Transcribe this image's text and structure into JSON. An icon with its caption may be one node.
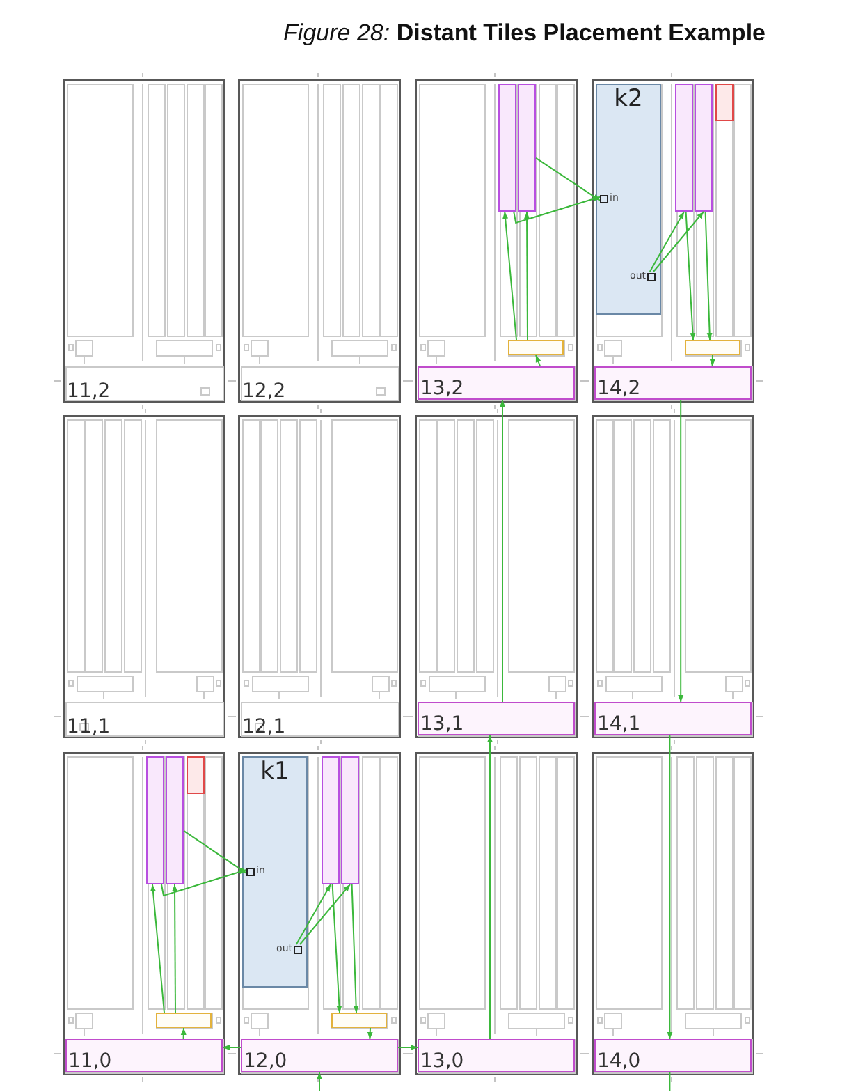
{
  "diagram": {
    "title": "*Figure 28:* **Distant Tiles Placement Example**",
    "nodes": [
      {
        "text": [
          "11,2"
        ]
      },
      {
        "text": [
          "12,2"
        ]
      },
      {
        "text": [],
        "shape": "box"
      },
      {
        "text": [],
        "shape": "box"
      },
      {
        "text": [
          "11,1"
        ]
      },
      {
        "text": [
          "12,1"
        ]
      },
      {
        "text": [],
        "shape": "box"
      },
      {
        "text": [],
        "shape": "box"
      },
      {
        "text": [],
        "shape": "box"
      },
      {
        "text": [],
        "shape": "box"
      },
      {
        "text": [],
        "shape": "box"
      },
      {
        "text": [],
        "shape": "box"
      },
      {
        "text": [
          "k2"
        ],
        "in": 3
      },
      {
        "text": [
          "in"
        ],
        "in": 12
      },
      {
        "text": [
          "out"
        ],
        "in": 12
      },
      {
        "text": [
          "k1"
        ],
        "in": 9
      },
      {
        "text": [
          "in"
        ],
        "in": 15
      },
      {
        "text": [
          "out"
        ],
        "in": 15
      },
      {
        "text": [],
        "shape": "box",
        "in": 2
      },
      {
        "text": [],
        "shape": "box",
        "in": 2
      },
      {
        "text": [],
        "shape": "box",
        "in": 3
      },
      {
        "text": [],
        "shape": "box",
        "in": 3
      },
      {
        "text": [],
        "shape": "box",
        "in": 8
      },
      {
        "text": [],
        "shape": "box",
        "in": 8
      },
      {
        "text": [],
        "shape": "box",
        "in": 9
      },
      {
        "text": [],
        "shape": "box",
        "in": 9
      },
      {
        "text": [],
        "shape": "box",
        "in": 2
      },
      {
        "text": [],
        "shape": "box",
        "in": 3
      },
      {
        "text": [],
        "shape": "box",
        "in": 8
      },
      {
        "text": [],
        "shape": "box",
        "in": 9
      },
      {
        "text": [
          "13,2"
        ],
        "in": 2
      },
      {
        "text": [
          "14,2"
        ],
        "in": 3
      },
      {
        "text": [
          "13,1"
        ],
        "in": 6
      },
      {
        "text": [
          "14,1"
        ],
        "in": 7
      },
      {
        "text": [
          "11,0"
        ],
        "in": 8
      },
      {
        "text": [
          "12,0"
        ],
        "in": 9
      },
      {
        "text": [
          "13,0"
        ],
        "in": 10
      },
      {
        "text": [
          "14,0"
        ],
        "in": 11
      }
    ],
    "edges": [
      {
        "from": 17,
        "to": 24,
        "arrow": "to"
      },
      {
        "from": 17,
        "to": 25,
        "arrow": "to"
      },
      {
        "from": 24,
        "to": 29,
        "arrow": "to"
      },
      {
        "from": 25,
        "to": 29,
        "arrow": "to"
      },
      {
        "from": 29,
        "to": 35,
        "arrow": "to"
      },
      {
        "from": 35,
        "to": 36,
        "arrow": "to"
      },
      {
        "from": 36,
        "to": 32,
        "arrow": "to"
      },
      {
        "from": 32,
        "to": 30,
        "arrow": "to"
      },
      {
        "from": 30,
        "to": 26,
        "arrow": "to"
      },
      {
        "from": 26,
        "to": 18,
        "arrow": "to"
      },
      {
        "from": 26,
        "to": 19,
        "arrow": "to"
      },
      {
        "from": 18,
        "to": 13,
        "arrow": "to"
      },
      {
        "from": 19,
        "to": 13,
        "arrow": "to"
      },
      {
        "from": 14,
        "to": 20,
        "arrow": "to"
      },
      {
        "from": 14,
        "to": 21,
        "arrow": "to"
      },
      {
        "from": 20,
        "to": 27,
        "arrow": "to"
      },
      {
        "from": 21,
        "to": 27,
        "arrow": "to"
      },
      {
        "from": 27,
        "to": 31,
        "arrow": "to"
      },
      {
        "from": 31,
        "to": 33,
        "arrow": "to"
      },
      {
        "from": 33,
        "to": 37,
        "arrow": "to"
      },
      {
        "from": 37,
        "to": null,
        "arrow": "none"
      },
      {
        "from": null,
        "to": 35,
        "arrow": "to"
      },
      {
        "from": 35,
        "to": 34,
        "arrow": "to"
      },
      {
        "from": 34,
        "to": 28,
        "arrow": "to"
      },
      {
        "from": 28,
        "to": 22,
        "arrow": "to"
      },
      {
        "from": 28,
        "to": 23,
        "arrow": "to"
      },
      {
        "from": 22,
        "to": 16,
        "arrow": "to"
      },
      {
        "from": 23,
        "to": 16,
        "arrow": "to"
      }
    ]
  }
}
